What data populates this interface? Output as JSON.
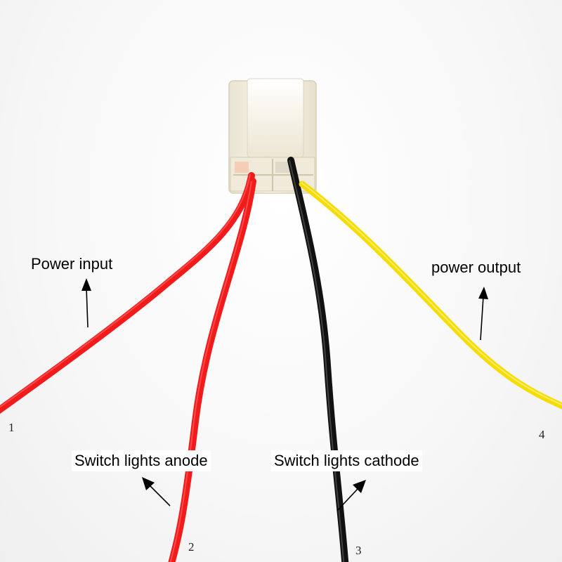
{
  "labels": {
    "power_input": "Power input",
    "power_output": "power output",
    "switch_anode": "Switch lights anode",
    "switch_cathode": "Switch lights cathode"
  },
  "wire_numbers": {
    "w1": "1",
    "w2": "2",
    "w3": "3",
    "w4": "4"
  },
  "colors": {
    "red_wire": "#f21b1b",
    "black_wire": "#111111",
    "yellow_wire": "#f5dc05",
    "connector": "#f4f0e2"
  }
}
